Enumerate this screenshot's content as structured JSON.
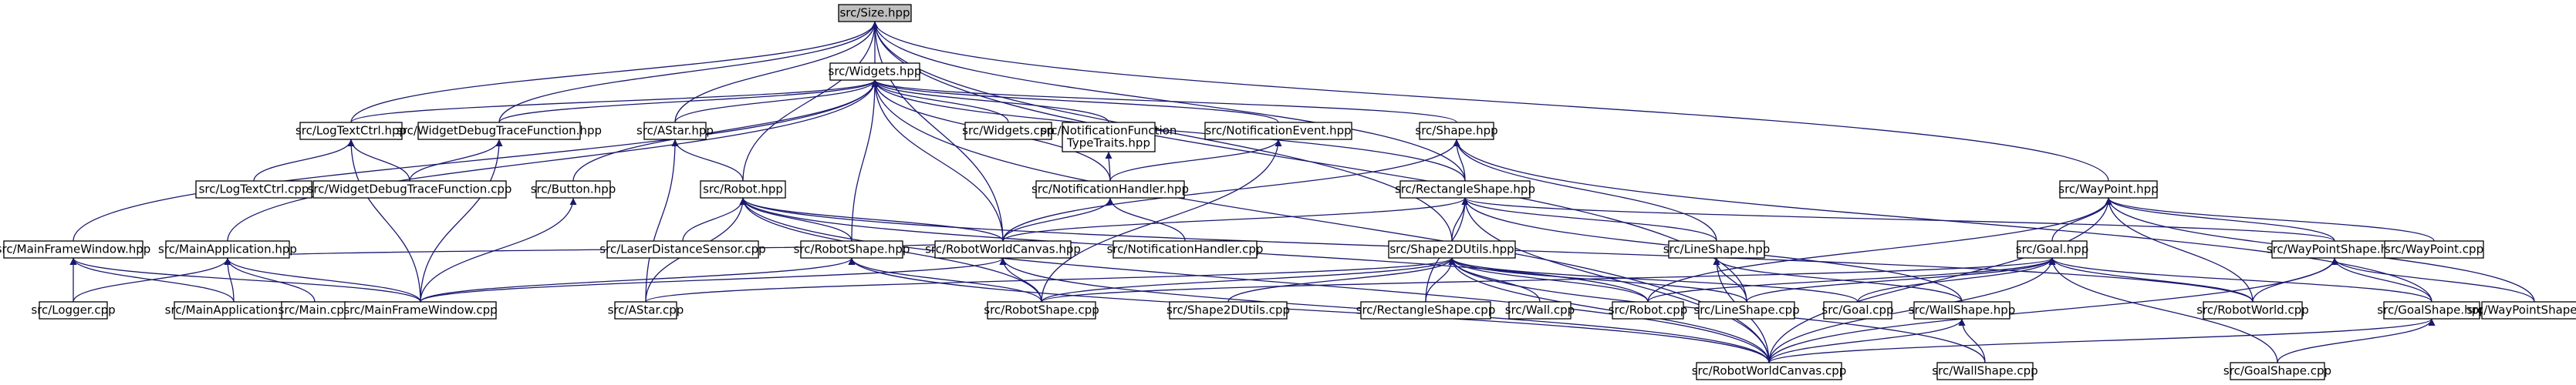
{
  "colors": {
    "edge": "#191970",
    "node_border": "#000000",
    "root_fill": "#bfbfbf",
    "node_fill": "#ffffff"
  },
  "nodes": [
    {
      "id": "size",
      "label": "src/Size.hpp",
      "root": true
    },
    {
      "id": "widgets",
      "label": "src/Widgets.hpp"
    },
    {
      "id": "logtextctrl",
      "label": "src/LogTextCtrl.hpp"
    },
    {
      "id": "wdtf",
      "label": "src/WidgetDebugTraceFunction.hpp"
    },
    {
      "id": "astar",
      "label": "src/AStar.hpp"
    },
    {
      "id": "widgetscpp",
      "label": "src/Widgets.cpp"
    },
    {
      "id": "nftt",
      "label": [
        "src/NotificationFunction",
        "TypeTraits.hpp"
      ]
    },
    {
      "id": "notifevent",
      "label": "src/NotificationEvent.hpp"
    },
    {
      "id": "shape",
      "label": "src/Shape.hpp"
    },
    {
      "id": "waypoint",
      "label": "src/WayPoint.hpp"
    },
    {
      "id": "logtextctrlcpp",
      "label": "src/LogTextCtrl.cpp"
    },
    {
      "id": "wdtfcpp",
      "label": "src/WidgetDebugTraceFunction.cpp"
    },
    {
      "id": "button",
      "label": "src/Button.hpp"
    },
    {
      "id": "robot",
      "label": "src/Robot.hpp"
    },
    {
      "id": "notifhandler",
      "label": "src/NotificationHandler.hpp"
    },
    {
      "id": "rectshape",
      "label": "src/RectangleShape.hpp"
    },
    {
      "id": "mainframewindow",
      "label": "src/MainFrameWindow.hpp"
    },
    {
      "id": "mainapp",
      "label": "src/MainApplication.hpp"
    },
    {
      "id": "laser",
      "label": "src/LaserDistanceSensor.cpp"
    },
    {
      "id": "robotshape",
      "label": "src/RobotShape.hpp"
    },
    {
      "id": "rwcanvas",
      "label": "src/RobotWorldCanvas.hpp"
    },
    {
      "id": "notifhandlercpp",
      "label": "src/NotificationHandler.cpp"
    },
    {
      "id": "shape2d",
      "label": "src/Shape2DUtils.hpp"
    },
    {
      "id": "lineshape",
      "label": "src/LineShape.hpp"
    },
    {
      "id": "goal",
      "label": "src/Goal.hpp"
    },
    {
      "id": "waypointshape",
      "label": "src/WayPointShape.hpp"
    },
    {
      "id": "waypointcpp",
      "label": "src/WayPoint.cpp"
    },
    {
      "id": "logger",
      "label": "src/Logger.cpp"
    },
    {
      "id": "mainappcpp",
      "label": "src/MainApplication.cpp"
    },
    {
      "id": "maincpp",
      "label": "src/Main.cpp"
    },
    {
      "id": "mainframecpp",
      "label": "src/MainFrameWindow.cpp"
    },
    {
      "id": "astarcpp",
      "label": "src/AStar.cpp"
    },
    {
      "id": "robotshapecpp",
      "label": "src/RobotShape.cpp"
    },
    {
      "id": "shape2dcpp",
      "label": "src/Shape2DUtils.cpp"
    },
    {
      "id": "rectshapecpp",
      "label": "src/RectangleShape.cpp"
    },
    {
      "id": "wallcpp",
      "label": "src/Wall.cpp"
    },
    {
      "id": "robotcpp",
      "label": "src/Robot.cpp"
    },
    {
      "id": "lineshapecpp",
      "label": "src/LineShape.cpp"
    },
    {
      "id": "goalcpp",
      "label": "src/Goal.cpp"
    },
    {
      "id": "wallshape",
      "label": "src/WallShape.hpp"
    },
    {
      "id": "robotworldcpp",
      "label": "src/RobotWorld.cpp"
    },
    {
      "id": "goalshape",
      "label": "src/GoalShape.hpp"
    },
    {
      "id": "waypointshapecpp",
      "label": "src/WayPointShape.cpp"
    },
    {
      "id": "rwcanvascpp",
      "label": "src/RobotWorldCanvas.cpp"
    },
    {
      "id": "wallshapecpp",
      "label": "src/WallShape.cpp"
    },
    {
      "id": "goalshapecpp",
      "label": "src/GoalShape.cpp"
    }
  ],
  "edges": [
    [
      "size",
      "widgets"
    ],
    [
      "size",
      "logtextctrl"
    ],
    [
      "size",
      "wdtf"
    ],
    [
      "size",
      "astar"
    ],
    [
      "size",
      "robot"
    ],
    [
      "size",
      "rwcanvas"
    ],
    [
      "size",
      "rectshape"
    ],
    [
      "size",
      "shape2d"
    ],
    [
      "size",
      "lineshapecpp"
    ],
    [
      "size",
      "waypoint"
    ],
    [
      "widgets",
      "logtextctrl"
    ],
    [
      "widgets",
      "wdtf"
    ],
    [
      "widgets",
      "astar"
    ],
    [
      "widgets",
      "widgetscpp"
    ],
    [
      "widgets",
      "nftt"
    ],
    [
      "widgets",
      "notifevent"
    ],
    [
      "widgets",
      "shape"
    ],
    [
      "widgets",
      "button"
    ],
    [
      "widgets",
      "notifhandler"
    ],
    [
      "widgets",
      "rectshape"
    ],
    [
      "widgets",
      "mainframewindow"
    ],
    [
      "widgets",
      "mainapp"
    ],
    [
      "widgets",
      "robotshape"
    ],
    [
      "widgets",
      "rwcanvas"
    ],
    [
      "widgets",
      "rwcanvascpp"
    ],
    [
      "logtextctrl",
      "logtextctrlcpp"
    ],
    [
      "logtextctrl",
      "wdtfcpp"
    ],
    [
      "logtextctrl",
      "mainframecpp"
    ],
    [
      "wdtf",
      "wdtfcpp"
    ],
    [
      "wdtf",
      "mainframecpp"
    ],
    [
      "astar",
      "robot"
    ],
    [
      "astar",
      "astarcpp"
    ],
    [
      "nftt",
      "notifhandler"
    ],
    [
      "notifevent",
      "notifhandler"
    ],
    [
      "notifevent",
      "robotshapecpp"
    ],
    [
      "shape",
      "rectshape"
    ],
    [
      "shape",
      "lineshape"
    ],
    [
      "shape",
      "rwcanvas"
    ],
    [
      "shape",
      "goalshape"
    ],
    [
      "waypoint",
      "waypointshape"
    ],
    [
      "waypoint",
      "goal"
    ],
    [
      "waypoint",
      "waypointcpp"
    ],
    [
      "waypoint",
      "robotworldcpp"
    ],
    [
      "waypoint",
      "robotcpp"
    ],
    [
      "waypoint",
      "waypointshapecpp"
    ],
    [
      "waypoint",
      "rwcanvascpp"
    ],
    [
      "button",
      "mainframecpp"
    ],
    [
      "robot",
      "laser"
    ],
    [
      "robot",
      "robotshape"
    ],
    [
      "robot",
      "rwcanvas"
    ],
    [
      "robot",
      "robotshapecpp"
    ],
    [
      "robot",
      "robotcpp"
    ],
    [
      "robot",
      "robotworldcpp"
    ],
    [
      "robot",
      "rwcanvascpp"
    ],
    [
      "robot",
      "astarcpp"
    ],
    [
      "notifhandler",
      "rwcanvas"
    ],
    [
      "notifhandler",
      "notifhandlercpp"
    ],
    [
      "rectshape",
      "rwcanvas"
    ],
    [
      "rectshape",
      "shape2d"
    ],
    [
      "rectshape",
      "lineshape"
    ],
    [
      "rectshape",
      "rectshapecpp"
    ],
    [
      "rectshape",
      "wallshape"
    ],
    [
      "rectshape",
      "waypointshape"
    ],
    [
      "rectshape",
      "rwcanvascpp"
    ],
    [
      "mainframewindow",
      "logger"
    ],
    [
      "mainframewindow",
      "mainappcpp"
    ],
    [
      "mainframewindow",
      "mainframecpp"
    ],
    [
      "mainapp",
      "logger"
    ],
    [
      "mainapp",
      "mainappcpp"
    ],
    [
      "mainapp",
      "maincpp"
    ],
    [
      "mainapp",
      "mainframecpp"
    ],
    [
      "mainapp",
      "rwcanvas"
    ],
    [
      "robotshape",
      "robotshapecpp"
    ],
    [
      "robotshape",
      "rwcanvascpp"
    ],
    [
      "robotshape",
      "mainframecpp"
    ],
    [
      "rwcanvas",
      "rwcanvascpp"
    ],
    [
      "rwcanvas",
      "robotshapecpp"
    ],
    [
      "rwcanvas",
      "mainframecpp"
    ],
    [
      "shape2d",
      "robotshapecpp"
    ],
    [
      "shape2d",
      "shape2dcpp"
    ],
    [
      "shape2d",
      "rectshapecpp"
    ],
    [
      "shape2d",
      "wallcpp"
    ],
    [
      "shape2d",
      "robotcpp"
    ],
    [
      "shape2d",
      "lineshapecpp"
    ],
    [
      "shape2d",
      "goalcpp"
    ],
    [
      "shape2d",
      "rwcanvascpp"
    ],
    [
      "shape2d",
      "wallshapecpp"
    ],
    [
      "shape2d",
      "astarcpp"
    ],
    [
      "lineshape",
      "lineshapecpp"
    ],
    [
      "lineshape",
      "wallshape"
    ],
    [
      "lineshape",
      "rwcanvascpp"
    ],
    [
      "goal",
      "goalshape"
    ],
    [
      "goal",
      "robotworldcpp"
    ],
    [
      "goal",
      "goalcpp"
    ],
    [
      "goal",
      "robotcpp"
    ],
    [
      "goal",
      "rwcanvascpp"
    ],
    [
      "goal",
      "goalshapecpp"
    ],
    [
      "goal",
      "lineshapecpp"
    ],
    [
      "goal",
      "robotshapecpp"
    ],
    [
      "waypointshape",
      "goalshape"
    ],
    [
      "waypointshape",
      "waypointshapecpp"
    ],
    [
      "waypointshape",
      "rwcanvascpp"
    ],
    [
      "waypointshape",
      "robotworldcpp"
    ],
    [
      "wallshape",
      "rwcanvascpp"
    ],
    [
      "wallshape",
      "wallshapecpp"
    ],
    [
      "goalshape",
      "goalshapecpp"
    ],
    [
      "goalshape",
      "rwcanvascpp"
    ]
  ]
}
